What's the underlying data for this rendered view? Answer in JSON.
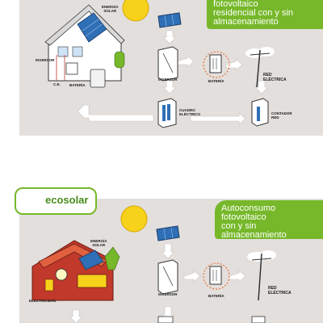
{
  "top_diagram": {
    "title_lines": [
      "fotovoltaico",
      "residencial con y sin",
      "almacenamiento"
    ],
    "labels": {
      "solar_energy": [
        "ENERGÍA",
        "SOLAR"
      ],
      "inverter_house": "INVERSOR",
      "ce": "C.E.",
      "battery_house": "BATERÍA",
      "inverter": "INVERSOR",
      "battery": "BATERÍA",
      "grid": [
        "RED",
        "ELÉCTRICA"
      ],
      "panel": [
        "CUADRO",
        "ELÉCTRICO"
      ],
      "meter": [
        "CONTADOR",
        "RED"
      ]
    }
  },
  "logo": {
    "name": "ecosolar"
  },
  "bottom_diagram": {
    "title_lines": [
      "Autoconsumo",
      "fotovoltaico",
      "con y sin",
      "almacenamiento"
    ],
    "labels": {
      "solar_energy": [
        "ENERGÍA",
        "SOLAR"
      ],
      "electricity": "ELECTRICIDAD",
      "inverter": "INVERSOR",
      "battery": "BATERÍA",
      "grid": [
        "RED",
        "ELÉCTRICA"
      ]
    }
  },
  "colors": {
    "brand_green": "#76b82a",
    "panel_bg": "#e3dfdc",
    "sun": "#f6d21a",
    "solar_blue": "#2f6fb5",
    "roof_red": "#c0392b",
    "battery_orange": "#e8743b"
  }
}
